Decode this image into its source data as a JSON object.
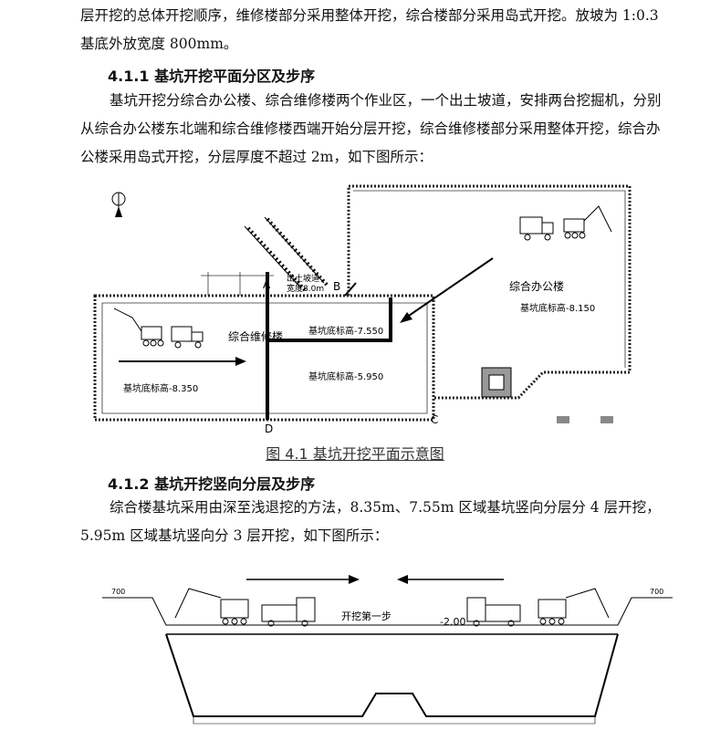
{
  "paragraphs": {
    "p1_line1": "层开挖的总体开挖顺序，维修楼部分采用整体开挖，综合楼部分采用岛式开挖。放坡为 1:0.3",
    "p1_line2": "基底外放宽度 800mm。",
    "p2": "基坑开挖分综合办公楼、综合维修楼两个作业区，一个出土坡道，安排两台挖掘机，分别从综合办公楼东北端和综合维修楼西端开始分层开挖，综合维修楼部分采用整体开挖，综合办公楼采用岛式开挖，分层厚度不超过 2m，如下图所示：",
    "p3": "综合楼基坑采用由深至浅退挖的方法，8.35m、7.55m 区域基坑竖向分层分 4 层开挖，5.95m 区域基坑竖向分 3 层开挖，如下图所示："
  },
  "headings": {
    "h1": "4.1.1 基坑开挖平面分区及步序",
    "h2": "4.1.2 基坑开挖竖向分层及步序"
  },
  "figure1": {
    "caption": "图 4.1 基坑开挖平面示意图",
    "label_office": "综合办公楼",
    "label_office_elev": "基坑底标高-8.150",
    "label_repair": "综合维修楼",
    "label_repair_elev": "基坑底标高-8.350",
    "label_zone_755": "基坑底标高-7.550",
    "label_zone_595": "基坑底标高-5.950",
    "label_ramp": "出土坡道",
    "label_ramp_width": "宽度8.0m",
    "point_a": "A",
    "point_b": "B",
    "point_c": "C",
    "point_d": "D"
  },
  "figure2": {
    "label_step": "开挖第一步",
    "label_level": "-2.00",
    "left_top_elev": "700",
    "right_top_elev": "700"
  }
}
